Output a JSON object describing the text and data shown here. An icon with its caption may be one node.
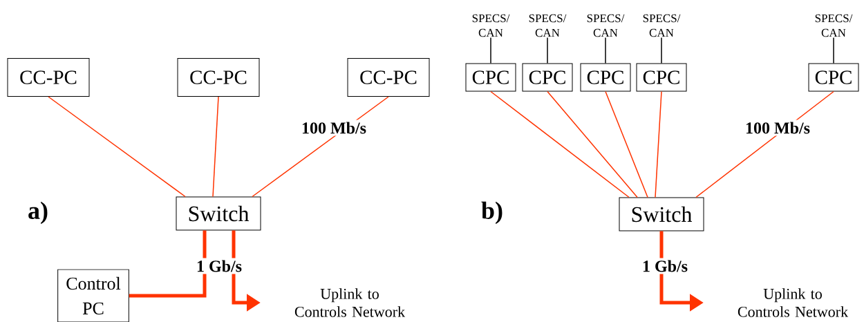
{
  "diagram": {
    "nodes": [
      {
        "text": [
          "CC-PC"
        ]
      },
      {
        "text": [
          "CC-PC"
        ]
      },
      {
        "text": [
          "CC-PC"
        ]
      },
      {
        "text": [
          "Switch"
        ]
      },
      {
        "text": [
          "Control PC"
        ]
      },
      {
        "text": [
          "Uplink to Controls Network"
        ]
      },
      {
        "text": [
          "SPECS/ CAN"
        ]
      },
      {
        "text": [
          "SPECS/ CAN"
        ]
      },
      {
        "text": [
          "SPECS/ CAN"
        ]
      },
      {
        "text": [
          "SPECS/ CAN"
        ]
      },
      {
        "text": [
          "SPECS/ CAN"
        ]
      },
      {
        "text": [
          "CPC"
        ]
      },
      {
        "text": [
          "CPC"
        ]
      },
      {
        "text": [
          "CPC"
        ]
      },
      {
        "text": [
          "CPC"
        ]
      },
      {
        "text": [
          "CPC"
        ]
      },
      {
        "text": [
          "Switch"
        ]
      },
      {
        "text": [
          "Uplink to Controls Network"
        ]
      }
    ],
    "edges": [
      {
        "from": 0,
        "to": 3,
        "arrow": "none"
      },
      {
        "from": 1,
        "to": 3,
        "arrow": "none"
      },
      {
        "from": 2,
        "to": 3,
        "arrow": "none",
        "label": "100 Mb/s"
      },
      {
        "from": 4,
        "to": 3,
        "arrow": "none",
        "style": "thick"
      },
      {
        "from": 3,
        "to": 5,
        "arrow": "to",
        "style": "thick",
        "label": "1 Gb/s"
      },
      {
        "from": 6,
        "to": 11,
        "arrow": "none",
        "color": "#000000"
      },
      {
        "from": 7,
        "to": 12,
        "arrow": "none",
        "color": "#000000"
      },
      {
        "from": 8,
        "to": 13,
        "arrow": "none",
        "color": "#000000"
      },
      {
        "from": 9,
        "to": 14,
        "arrow": "none",
        "color": "#000000"
      },
      {
        "from": 10,
        "to": 15,
        "arrow": "none",
        "color": "#000000"
      },
      {
        "from": 11,
        "to": 16,
        "arrow": "none"
      },
      {
        "from": 12,
        "to": 16,
        "arrow": "none"
      },
      {
        "from": 13,
        "to": 16,
        "arrow": "none"
      },
      {
        "from": 14,
        "to": 16,
        "arrow": "none"
      },
      {
        "from": 15,
        "to": 16,
        "arrow": "none",
        "label": "100 Mb/s"
      },
      {
        "from": 16,
        "to": 17,
        "arrow": "to",
        "style": "thick",
        "label": "1 Gb/s"
      }
    ],
    "labels": [
      "a)",
      "b)"
    ]
  }
}
